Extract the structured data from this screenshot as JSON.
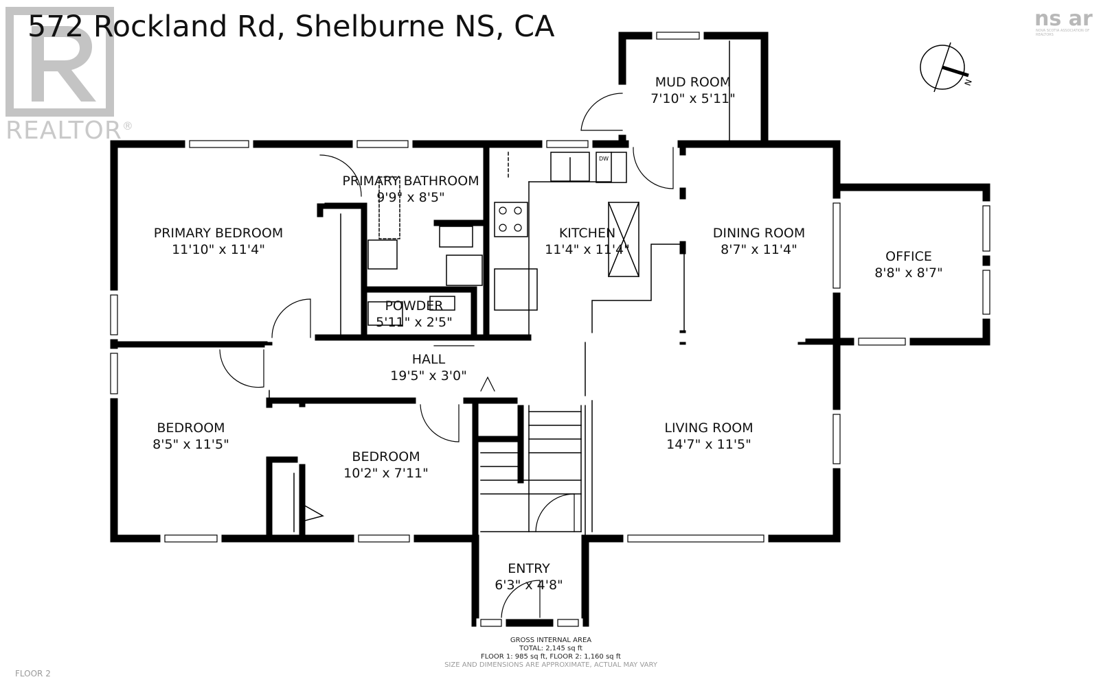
{
  "header": {
    "address": "572 Rockland Rd, Shelburne NS, CA"
  },
  "branding": {
    "realtor_text": "REALTOR",
    "realtor_mark": "®",
    "ns_logo": "ns ar",
    "ns_subtext": "NOVA SCOTIA ASSOCIATION OF REALTORS"
  },
  "rooms": {
    "mud_room": {
      "name": "MUD ROOM",
      "dims": "7'10\" x 5'11\""
    },
    "primary_bathroom": {
      "name": "PRIMARY BATHROOM",
      "dims": "9'9\" x 8'5\""
    },
    "primary_bedroom": {
      "name": "PRIMARY BEDROOM",
      "dims": "11'10\" x 11'4\""
    },
    "kitchen": {
      "name": "KITCHEN",
      "dims": "11'4\" x 11'4\""
    },
    "dining_room": {
      "name": "DINING ROOM",
      "dims": "8'7\" x 11'4\""
    },
    "office": {
      "name": "OFFICE",
      "dims": "8'8\" x 8'7\""
    },
    "powder": {
      "name": "POWDER",
      "dims": "5'11\" x 2'5\""
    },
    "hall": {
      "name": "HALL",
      "dims": "19'5\" x 3'0\""
    },
    "bedroom_1": {
      "name": "BEDROOM",
      "dims": "8'5\" x 11'5\""
    },
    "bedroom_2": {
      "name": "BEDROOM",
      "dims": "10'2\" x 7'11\""
    },
    "living_room": {
      "name": "LIVING ROOM",
      "dims": "14'7\" x 11'5\""
    },
    "entry": {
      "name": "ENTRY",
      "dims": "6'3\" x 4'8\""
    }
  },
  "fixtures": {
    "dishwasher": "DW"
  },
  "compass": {
    "label": "N"
  },
  "footer": {
    "title": "GROSS INTERNAL AREA",
    "total": "TOTAL: 2,145 sq ft",
    "floors": "FLOOR 1: 985 sq ft, FLOOR 2: 1,160 sq ft",
    "disclaimer": "SIZE AND DIMENSIONS ARE APPROXIMATE, ACTUAL MAY VARY"
  },
  "floor_label": "FLOOR 2",
  "colors": {
    "wall": "#000000",
    "watermark": "#c9c9c9",
    "text": "#111111"
  }
}
